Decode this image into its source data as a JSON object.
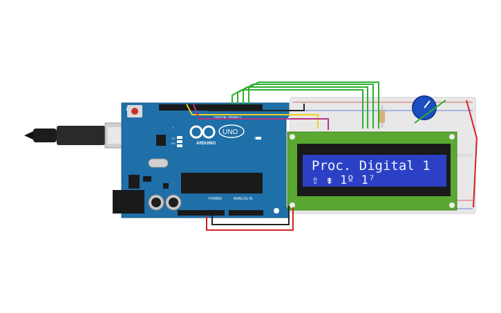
{
  "board": {
    "brand": "ARDUINO",
    "model": "UNO",
    "header_digital": "DIGITAL (PWM~)",
    "label_power": "POWER",
    "label_analog": "ANALOG IN",
    "label_on": "ON",
    "label_tx": "TX",
    "label_rx": "RX",
    "label_l": "L"
  },
  "lcd": {
    "line1": "Proc. Digital 1",
    "line2": "⇧ ⇟ 1º 1⁷",
    "backlight_color": "#2b40c4",
    "pcb_color": "#5aa832"
  },
  "colors": {
    "board_blue": "#1f6fa8",
    "wire_green": "#2eae2e",
    "wire_yellow": "#f2d21c",
    "wire_magenta": "#b8307e",
    "wire_red": "#d42222",
    "wire_black": "#222222"
  },
  "icons": {
    "potentiometer": "potentiometer-icon",
    "resistor": "resistor-icon",
    "usb_cable": "usb-cable-icon"
  }
}
